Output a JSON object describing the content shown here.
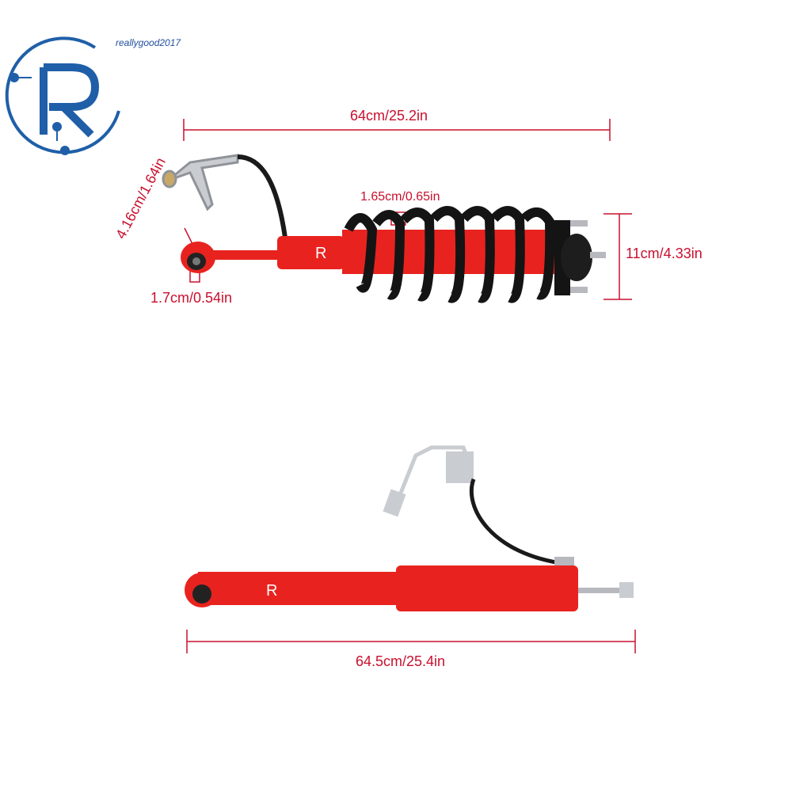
{
  "brand": {
    "logo_letter": "R",
    "username": "reallygood2017",
    "colors": {
      "logo": "#1f5fa8",
      "accent": "#c8102e"
    }
  },
  "dimensions": {
    "front_overall_length": "64cm/25.2in",
    "front_coil_gap": "1.65cm/0.65in",
    "front_top_diameter": "11cm/4.33in",
    "front_eye_height": "4.16cm/1.64in",
    "front_bushing_width": "1.7cm/0.54in",
    "rear_overall_length": "64.5cm/25.4in"
  },
  "product": {
    "strut_badge": "R",
    "shock_badge": "R",
    "colors": {
      "body": "#e8231f",
      "spring": "#141414",
      "metal": "#c9ccd1"
    }
  }
}
